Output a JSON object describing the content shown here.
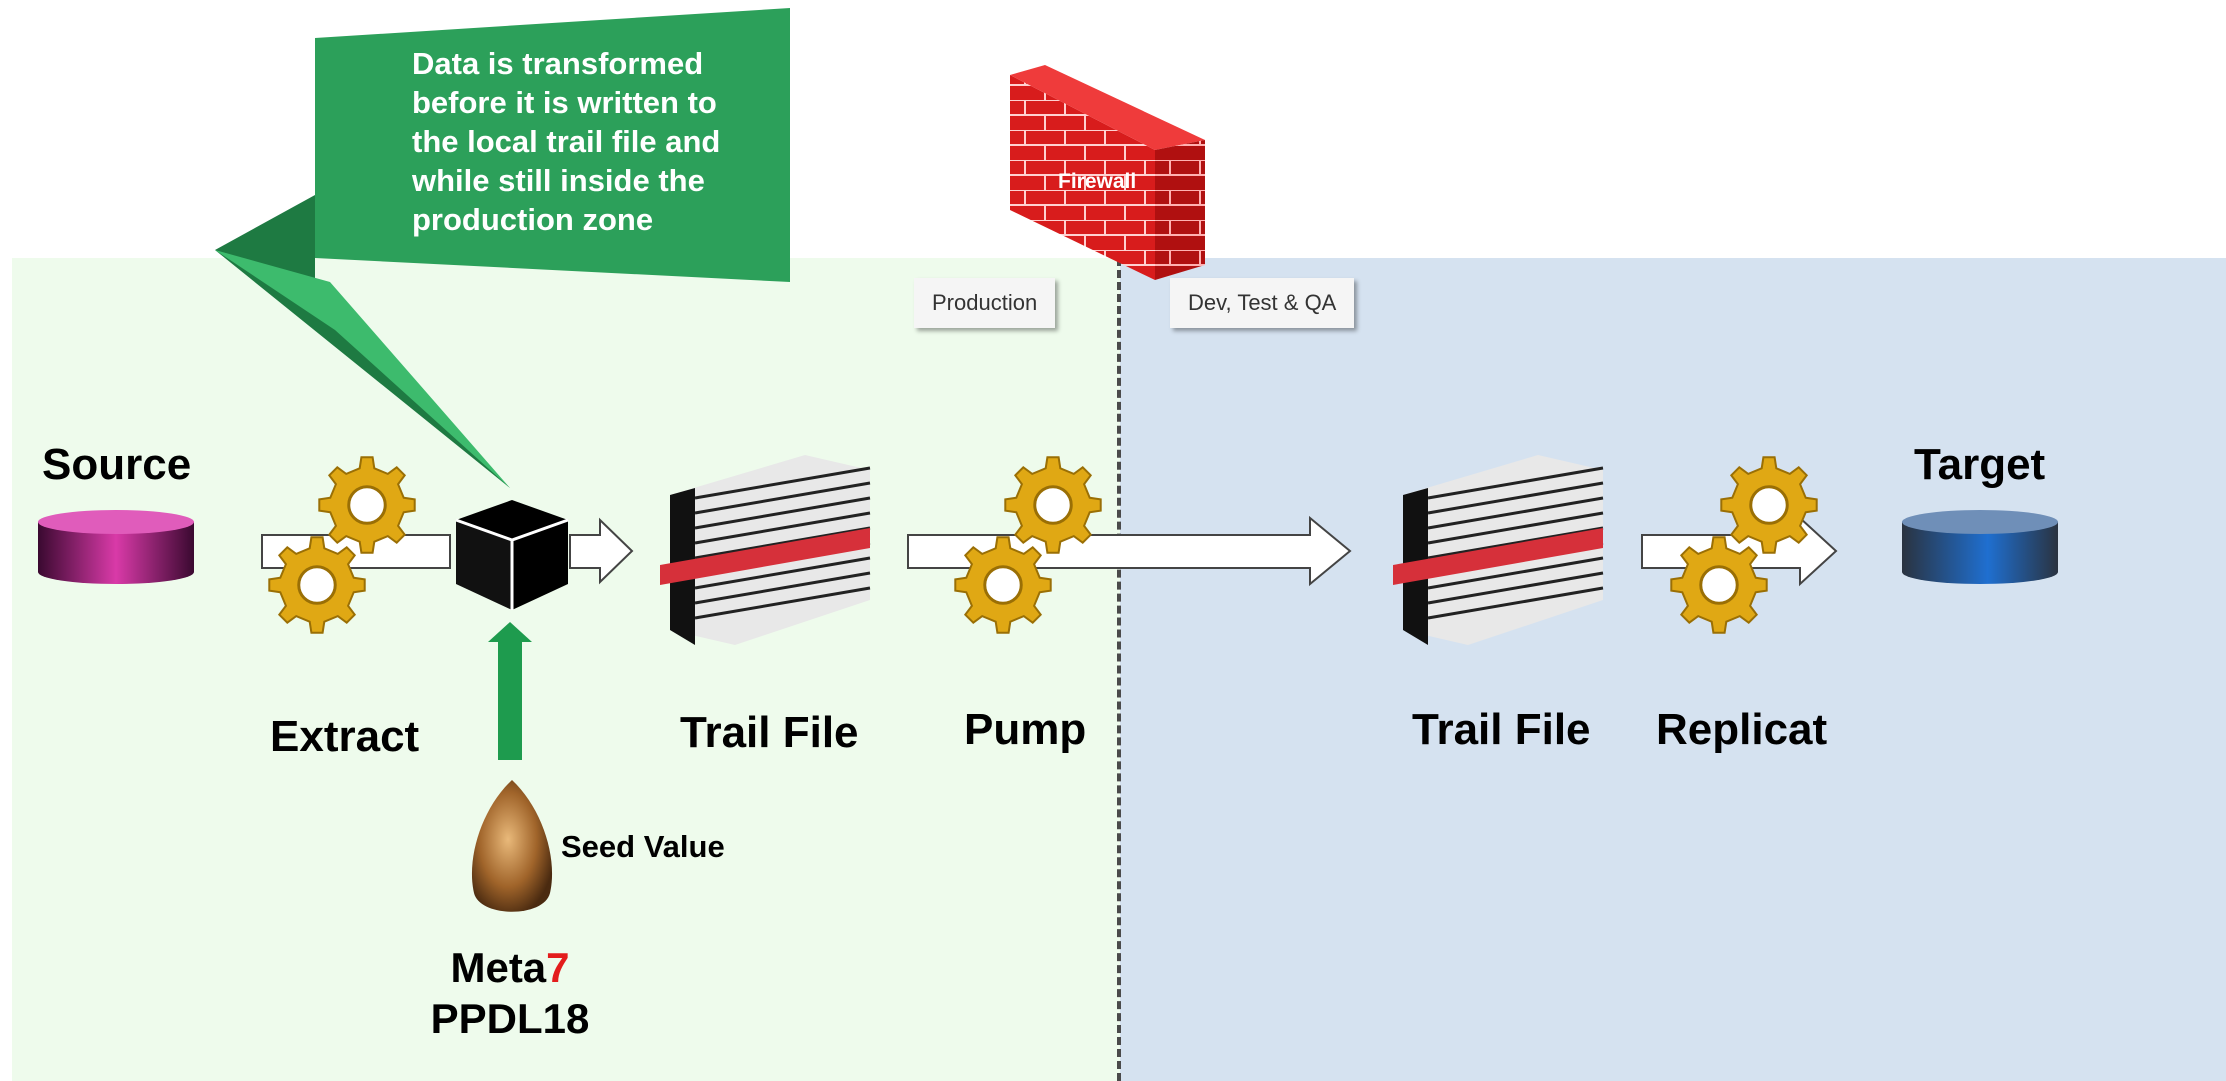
{
  "callout": {
    "lines": [
      "Data is transformed",
      "before it is written to",
      "the local trail file and",
      "while still inside  the",
      "production zone"
    ]
  },
  "firewall_label": "Firewall",
  "zones": {
    "production": "Production",
    "dev": "Dev, Test & QA"
  },
  "labels": {
    "source": "Source",
    "target": "Target",
    "extract": "Extract",
    "trail_file_1": "Trail File",
    "pump": "Pump",
    "trail_file_2": "Trail File",
    "replicat": "Replicat"
  },
  "seed": {
    "label": "Seed Value",
    "meta_prefix": "Meta",
    "meta_number": "7",
    "ppdl": "PPDL18"
  },
  "colors": {
    "production_zone": "#eefbec",
    "dev_zone": "#d5e2f0",
    "callout_green": "#2ca05a",
    "source_db": "#c4279a",
    "target_db": "#1f6fd0",
    "gear_gold": "#e0a814",
    "firewall_red": "#d81c1c",
    "meta_accent": "#e31c1c"
  }
}
